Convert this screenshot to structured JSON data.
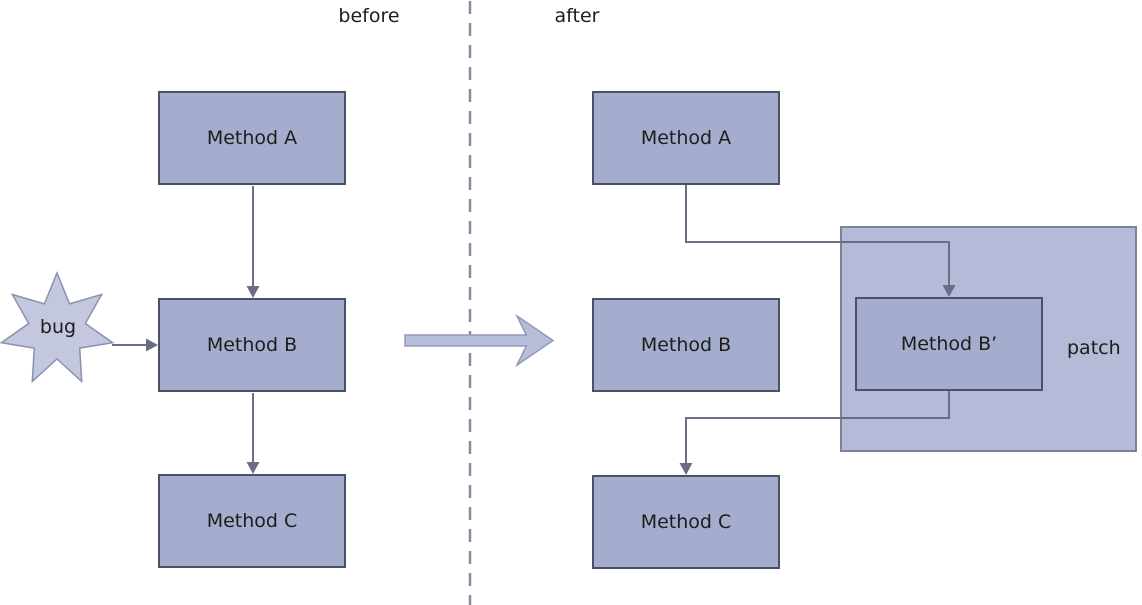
{
  "labels": {
    "before": "before",
    "after": "after",
    "bug": "bug",
    "patch": "patch"
  },
  "before_section": {
    "method_a": "Method A",
    "method_b": "Method B",
    "method_c": "Method C"
  },
  "after_section": {
    "method_a": "Method A",
    "method_b": "Method B",
    "method_b_prime": "Method B’",
    "method_c": "Method C"
  },
  "colors": {
    "box_fill": "#a5adce",
    "box_border": "#4d5168",
    "patch_fill": "#b4bad7",
    "patch_border": "#7e8296",
    "star_fill": "#c3c8de",
    "star_border": "#8991ac",
    "connector": "#696d86",
    "divider": "#868ba4",
    "block_arrow_fill": "#b7bedb",
    "block_arrow_border": "#9099bb",
    "text": "#1d1d1d",
    "background": "#ffffff"
  }
}
